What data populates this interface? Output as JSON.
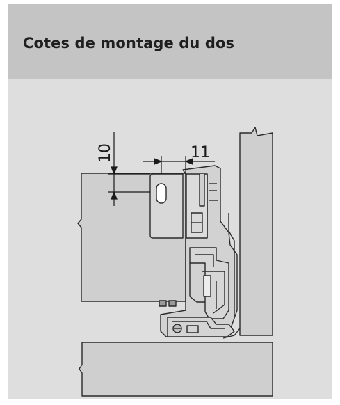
{
  "header": {
    "title": "Cotes de montage du dos"
  },
  "diagram": {
    "dimension_vertical": "10",
    "dimension_horizontal": "11"
  },
  "colors": {
    "background": "#dedede",
    "header": "#c4c4c4",
    "panel": "#cfcfcf",
    "line": "#2a2a2a"
  }
}
